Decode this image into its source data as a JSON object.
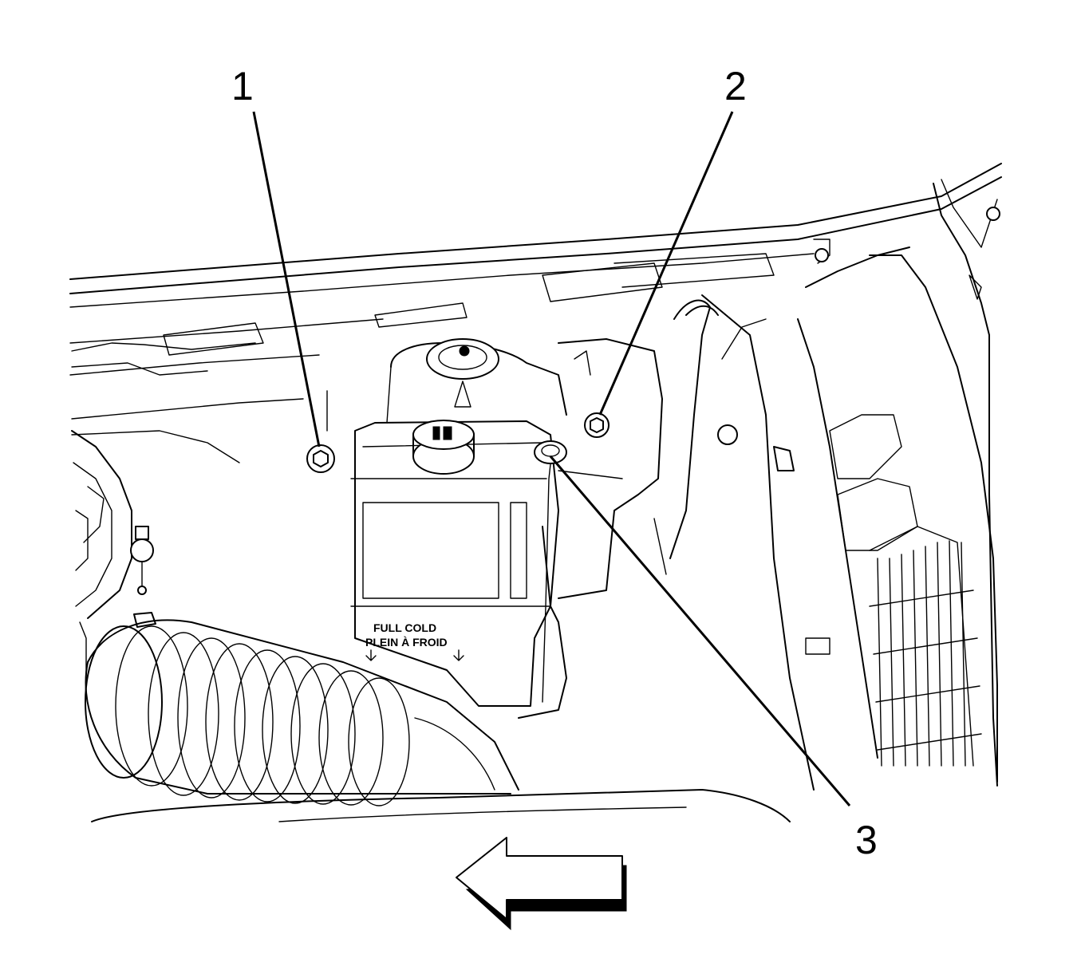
{
  "callouts": [
    {
      "id": "1",
      "label": "1"
    },
    {
      "id": "2",
      "label": "2"
    },
    {
      "id": "3",
      "label": "3"
    }
  ],
  "reservoir_label": {
    "line1": "FULL COLD",
    "line2": "PLEIN À FROID"
  },
  "direction_arrow": {
    "direction": "left"
  },
  "colors": {
    "ink": "#000000",
    "background": "#ffffff"
  }
}
